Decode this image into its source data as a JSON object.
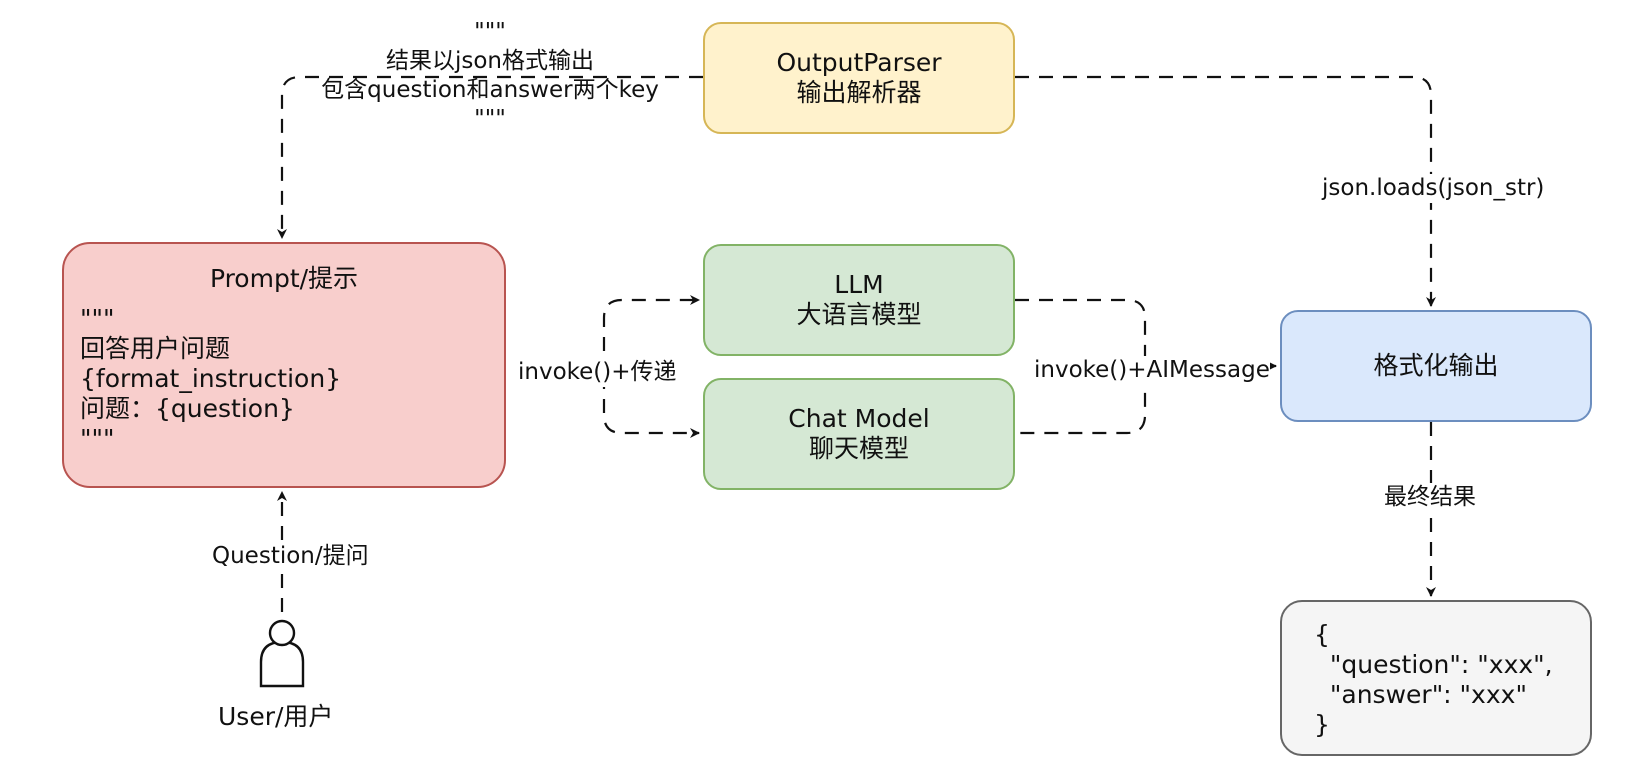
{
  "nodes": {
    "prompt": {
      "title": "Prompt/提示",
      "body": "\"\"\"\n回答用户问题\n{format_instruction}\n问题：{question}\n\"\"\""
    },
    "output_parser": {
      "line1": "OutputParser",
      "line2": "输出解析器"
    },
    "llm": {
      "line1": "LLM",
      "line2": "大语言模型"
    },
    "chat_model": {
      "line1": "Chat Model",
      "line2": "聊天模型"
    },
    "formatted_output": {
      "label": "格式化输出"
    },
    "final_json": {
      "text": "{\n  \"question\": \"xxx\",\n  \"answer\": \"xxx\"\n}"
    },
    "user": {
      "label": "User/用户"
    }
  },
  "edges": {
    "parser_to_prompt": "\"\"\"\n结果以json格式输出\n包含question和answer两个key\n\"\"\"",
    "prompt_to_models": "invoke()+传递",
    "models_to_output": "invoke()+AIMessage",
    "parser_to_output": "json.loads(json_str)",
    "output_to_final": "最终结果",
    "user_to_prompt": "Question/提问"
  },
  "colors": {
    "prompt_fill": "#f8cecc",
    "prompt_stroke": "#b85450",
    "parser_fill": "#fff2cc",
    "parser_stroke": "#d6b656",
    "model_fill": "#d5e8d4",
    "model_stroke": "#82b366",
    "output_fill": "#dae8fc",
    "output_stroke": "#6c8ebf",
    "final_fill": "#f5f5f5",
    "final_stroke": "#666666"
  }
}
